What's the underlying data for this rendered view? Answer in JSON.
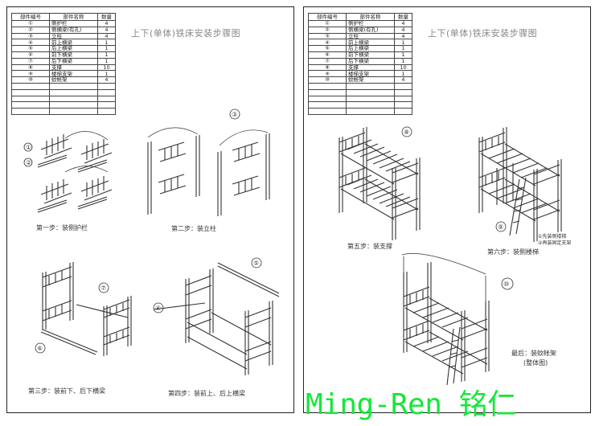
{
  "left_sheet": {
    "title": "上下(单体)铁床安装步骤图",
    "table": {
      "headers": [
        "部件编号",
        "部件名称",
        "数量"
      ],
      "rows": [
        [
          "①",
          "侧护栏",
          "4"
        ],
        [
          "②",
          "侧横梁(有孔)",
          "4"
        ],
        [
          "③",
          "立柱",
          "4"
        ],
        [
          "④",
          "前上横梁",
          "1"
        ],
        [
          "⑤",
          "后上横梁",
          "1"
        ],
        [
          "⑥",
          "前下横梁",
          "1"
        ],
        [
          "⑦",
          "后下横梁",
          "1"
        ],
        [
          "⑧",
          "支撑",
          "10"
        ],
        [
          "⑨",
          "楼梯支架",
          "1"
        ],
        [
          "⑩",
          "蚊帐架",
          "4"
        ]
      ],
      "empty_rows": 5
    },
    "steps": [
      {
        "caption": "第一步：装侧护栏",
        "markers": [
          "①",
          "②"
        ]
      },
      {
        "caption": "第二步：装立柱",
        "markers": [
          "③"
        ]
      },
      {
        "caption": "第三步：装前下、后下横梁",
        "markers": [
          "⑥",
          "⑦"
        ]
      },
      {
        "caption": "第四步：装前上、后上横梁",
        "markers": [
          "④",
          "⑤"
        ]
      }
    ]
  },
  "right_sheet": {
    "title": "上下(单体)铁床安装步骤图",
    "table": {
      "headers": [
        "部件编号",
        "部件名称",
        "数量"
      ],
      "rows": [
        [
          "①",
          "侧护栏",
          "4"
        ],
        [
          "②",
          "侧横梁(有孔)",
          "4"
        ],
        [
          "③",
          "立柱",
          "4"
        ],
        [
          "④",
          "前上横梁",
          "1"
        ],
        [
          "⑤",
          "后上横梁",
          "1"
        ],
        [
          "⑥",
          "前下横梁",
          "1"
        ],
        [
          "⑦",
          "后下横梁",
          "1"
        ],
        [
          "⑧",
          "支撑",
          "10"
        ],
        [
          "⑨",
          "楼梯支架",
          "1"
        ],
        [
          "⑩",
          "蚊帐架",
          "4"
        ]
      ],
      "empty_rows": 5
    },
    "steps": [
      {
        "caption": "第五步：装支撑",
        "markers": [
          "⑧"
        ]
      },
      {
        "caption": "第六步：装侧楼梯",
        "markers": [
          "⑨"
        ],
        "notes": [
          "①先装侧楼梯",
          "②再装固定支架"
        ]
      },
      {
        "caption": "最后：装蚊帐架",
        "caption_line2": "(整体图)",
        "markers": [
          "⑩"
        ]
      }
    ]
  },
  "watermark": {
    "latin": "Ming-Ren",
    "chinese": "铭仁",
    "color": "#14e838"
  }
}
